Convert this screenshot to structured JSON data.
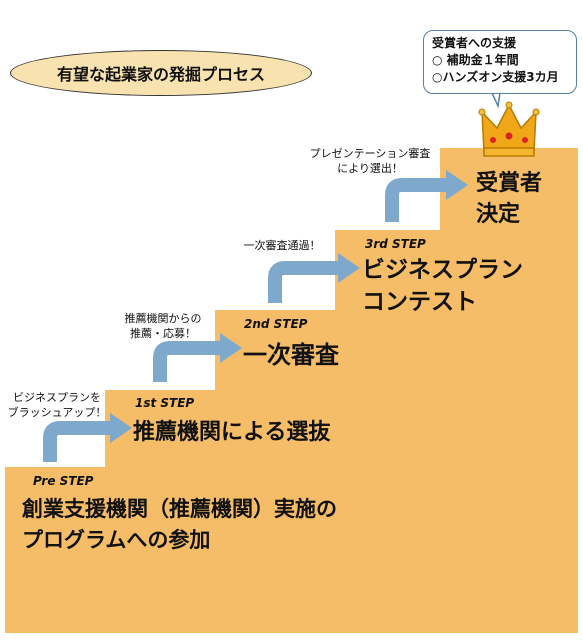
{
  "title": "有望な起業家の発掘プロセス",
  "callout": {
    "heading": "受賞者への支援",
    "items": [
      "○ 補助金１年間",
      "○ハンズオン支援3カ月"
    ]
  },
  "steps": [
    {
      "label": "Pre STEP",
      "text_line1": "創業支援機関（推薦機関）実施の",
      "text_line2": "プログラムへの参加"
    },
    {
      "label": "1st STEP",
      "text": "推薦機関による選抜"
    },
    {
      "label": "2nd STEP",
      "text": "一次審査"
    },
    {
      "label": "3rd STEP",
      "text_line1": "ビジネスプラン",
      "text_line2": "コンテスト"
    },
    {
      "text_line1": "受賞者",
      "text_line2": "決定"
    }
  ],
  "notes": [
    {
      "line1": "ビジネスプランを",
      "line2": "ブラッシュアップ！"
    },
    {
      "line1": "推薦機関からの",
      "line2": "推薦・応募！"
    },
    {
      "line1": "一次審査通過！"
    },
    {
      "line1": "プレゼンテーション審査",
      "line2": "により選出！"
    }
  ],
  "colors": {
    "stair": "#f6bd68",
    "arrow": "#7ea9cc",
    "crown": "#f0a818",
    "oval": "#f7e2b0"
  }
}
